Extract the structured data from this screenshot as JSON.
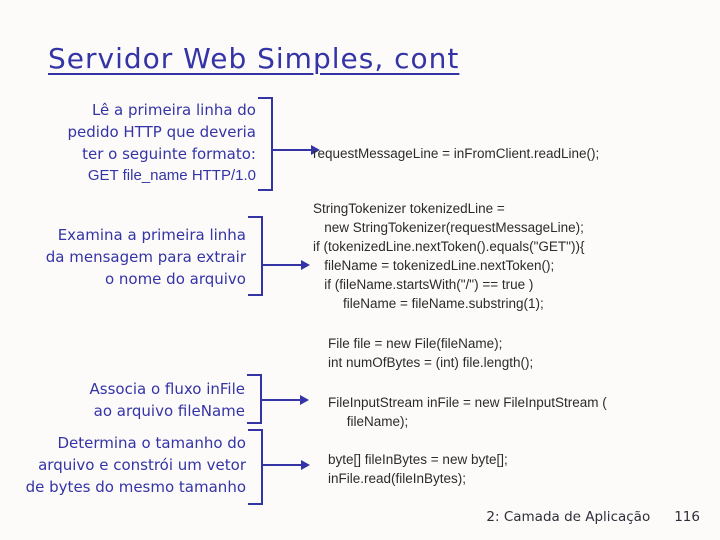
{
  "slide": {
    "title": "Servidor Web Simples, cont",
    "annotations": [
      {
        "lines": [
          "Lê a primeira linha do",
          "pedido HTTP que deveria",
          "ter o seguinte formato:"
        ],
        "request_format": "GET file_name HTTP/1.0"
      },
      {
        "lines": [
          "Examina a primeira linha",
          "da mensagem para extrair",
          "o nome do arquivo"
        ]
      },
      {
        "lines": [
          "Associa o fluxo inFile",
          "ao arquivo fileName"
        ]
      },
      {
        "lines": [
          "Determina o tamanho do",
          "arquivo e constrói um vetor",
          "de bytes do mesmo tamanho"
        ]
      }
    ],
    "code_blocks": [
      {
        "lines": [
          "requestMessageLine = inFromClient.readLine();"
        ]
      },
      {
        "lines": [
          "StringTokenizer tokenizedLine =",
          "   new StringTokenizer(requestMessageLine);",
          "if (tokenizedLine.nextToken().equals(\"GET\")){",
          "   fileName = tokenizedLine.nextToken();",
          "   if (fileName.startsWith(\"/\") == true )",
          "        fileName = fileName.substring(1);"
        ]
      },
      {
        "lines": [
          "File file = new File(fileName);",
          "int numOfBytes = (int) file.length();"
        ]
      },
      {
        "lines": [
          "FileInputStream inFile = new FileInputStream (",
          "     fileName);"
        ]
      },
      {
        "lines": [
          "byte[] fileInBytes = new byte[];",
          "inFile.read(fileInBytes);"
        ]
      }
    ],
    "footer": {
      "section": "2: Camada de Aplicação",
      "page": "116"
    },
    "colors": {
      "accent_blue": "#3434a6",
      "code_text": "#2b2b2b",
      "footer_text": "#2e2e38",
      "background": "#fcfbfa"
    }
  }
}
